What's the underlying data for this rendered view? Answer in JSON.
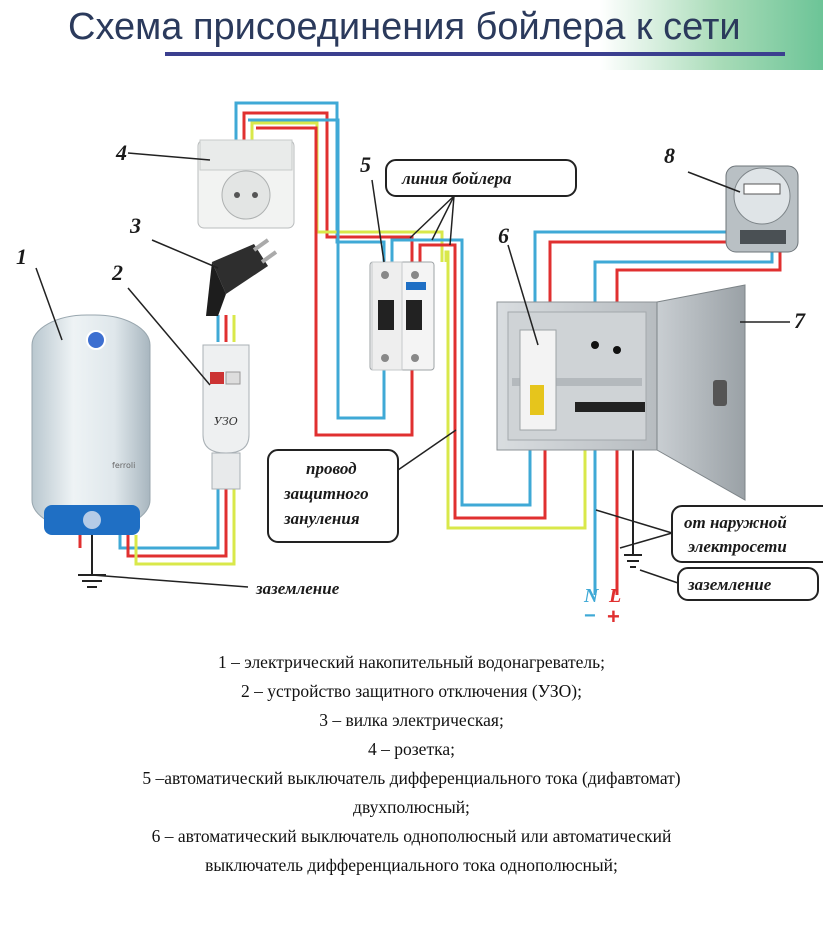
{
  "title": "Схема присоединения бойлера к сети",
  "numbers": {
    "n1": "1",
    "n2": "2",
    "n3": "3",
    "n4": "4",
    "n5": "5",
    "n6": "6",
    "n7": "7",
    "n8": "8"
  },
  "labels": {
    "boiler_line": "линия бойлера",
    "protective_wire_1": "провод",
    "protective_wire_2": "защитного",
    "protective_wire_3": "зануления",
    "external_net_1": "от наружной",
    "external_net_2": "электросети",
    "ground_left": "заземление",
    "ground_right": "заземление",
    "neutral": "N",
    "line": "L",
    "minus": "−",
    "plus": "+",
    "uzo_device": "УЗО",
    "brand": "ferroli"
  },
  "legend": [
    "1 – электрический накопительный водонагреватель;",
    "2 – устройство защитного отключения (УЗО);",
    "3 – вилка электрическая;",
    "4 – розетка;",
    "5 –автоматический выключатель дифференциального тока (дифавтомат)",
    "двухполюсный;",
    "6 – автоматический выключатель однополюсный или автоматический",
    "выключатель дифференциального тока однополюсный;"
  ],
  "colors": {
    "neutral": "#3fa9d6",
    "line": "#e03030",
    "earth": "#d9e84a",
    "earth_stripe": "#4cb848",
    "title": "#2b3a5c"
  }
}
